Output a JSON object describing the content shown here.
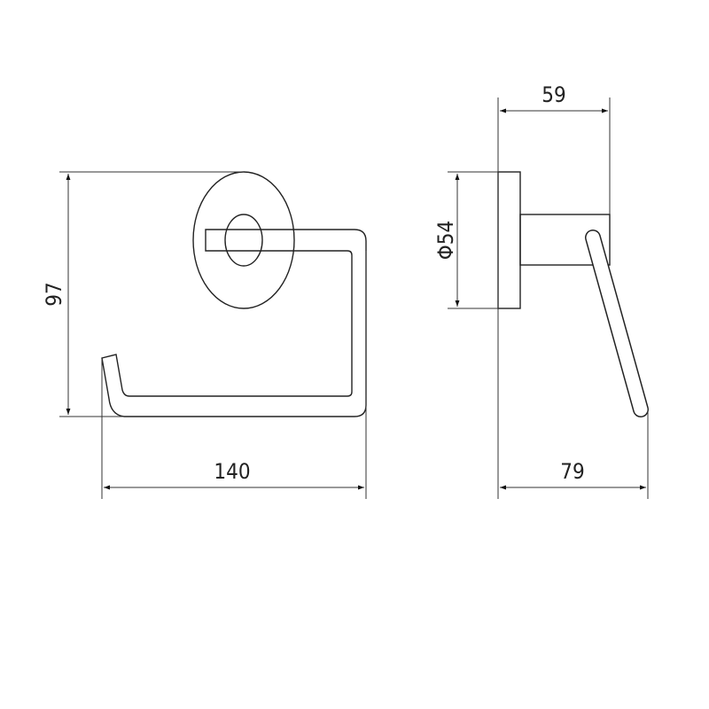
{
  "drawing": {
    "front_view": {
      "height_label": "97",
      "width_label": "140"
    },
    "side_view": {
      "projection_label": "59",
      "diameter_label": "Φ54",
      "depth_label": "79"
    },
    "colors": {
      "line": "#222222",
      "background": "#ffffff"
    }
  }
}
